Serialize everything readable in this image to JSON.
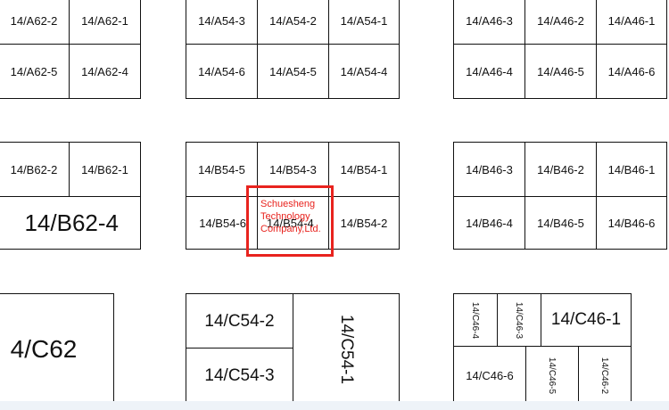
{
  "booths": {
    "A62_2": "14/A62-2",
    "A62_1": "14/A62-1",
    "A62_5": "14/A62-5",
    "A62_4": "14/A62-4",
    "A54_3": "14/A54-3",
    "A54_2": "14/A54-2",
    "A54_1": "14/A54-1",
    "A54_6": "14/A54-6",
    "A54_5": "14/A54-5",
    "A54_4": "14/A54-4",
    "A46_3": "14/A46-3",
    "A46_2": "14/A46-2",
    "A46_1": "14/A46-1",
    "A46_4": "14/A46-4",
    "A46_5": "14/A46-5",
    "A46_6": "14/A46-6",
    "B62_2": "14/B62-2",
    "B62_1": "14/B62-1",
    "B62_4": "14/B62-4",
    "B54_5": "14/B54-5",
    "B54_3": "14/B54-3",
    "B54_1": "14/B54-1",
    "B54_6": "14/B54-6",
    "B54_4": "14/B54-4",
    "B54_2": "14/B54-2",
    "B46_3": "14/B46-3",
    "B46_2": "14/B46-2",
    "B46_1": "14/B46-1",
    "B46_4": "14/B46-4",
    "B46_5": "14/B46-5",
    "B46_6": "14/B46-6",
    "C62": "4/C62",
    "C54_2": "14/C54-2",
    "C54_3": "14/C54-3",
    "C54_1": "14/C54-1",
    "C46_4": "14/C46-4",
    "C46_3": "14/C46-3",
    "C46_1": "14/C46-1",
    "C46_6": "14/C46-6",
    "C46_5": "14/C46-5",
    "C46_2": "14/C46-2"
  },
  "highlight": {
    "company_line1": "Schuesheng",
    "company_line2": "Technology",
    "company_line3": "Company,Ltd.",
    "color": "#e8231e"
  }
}
